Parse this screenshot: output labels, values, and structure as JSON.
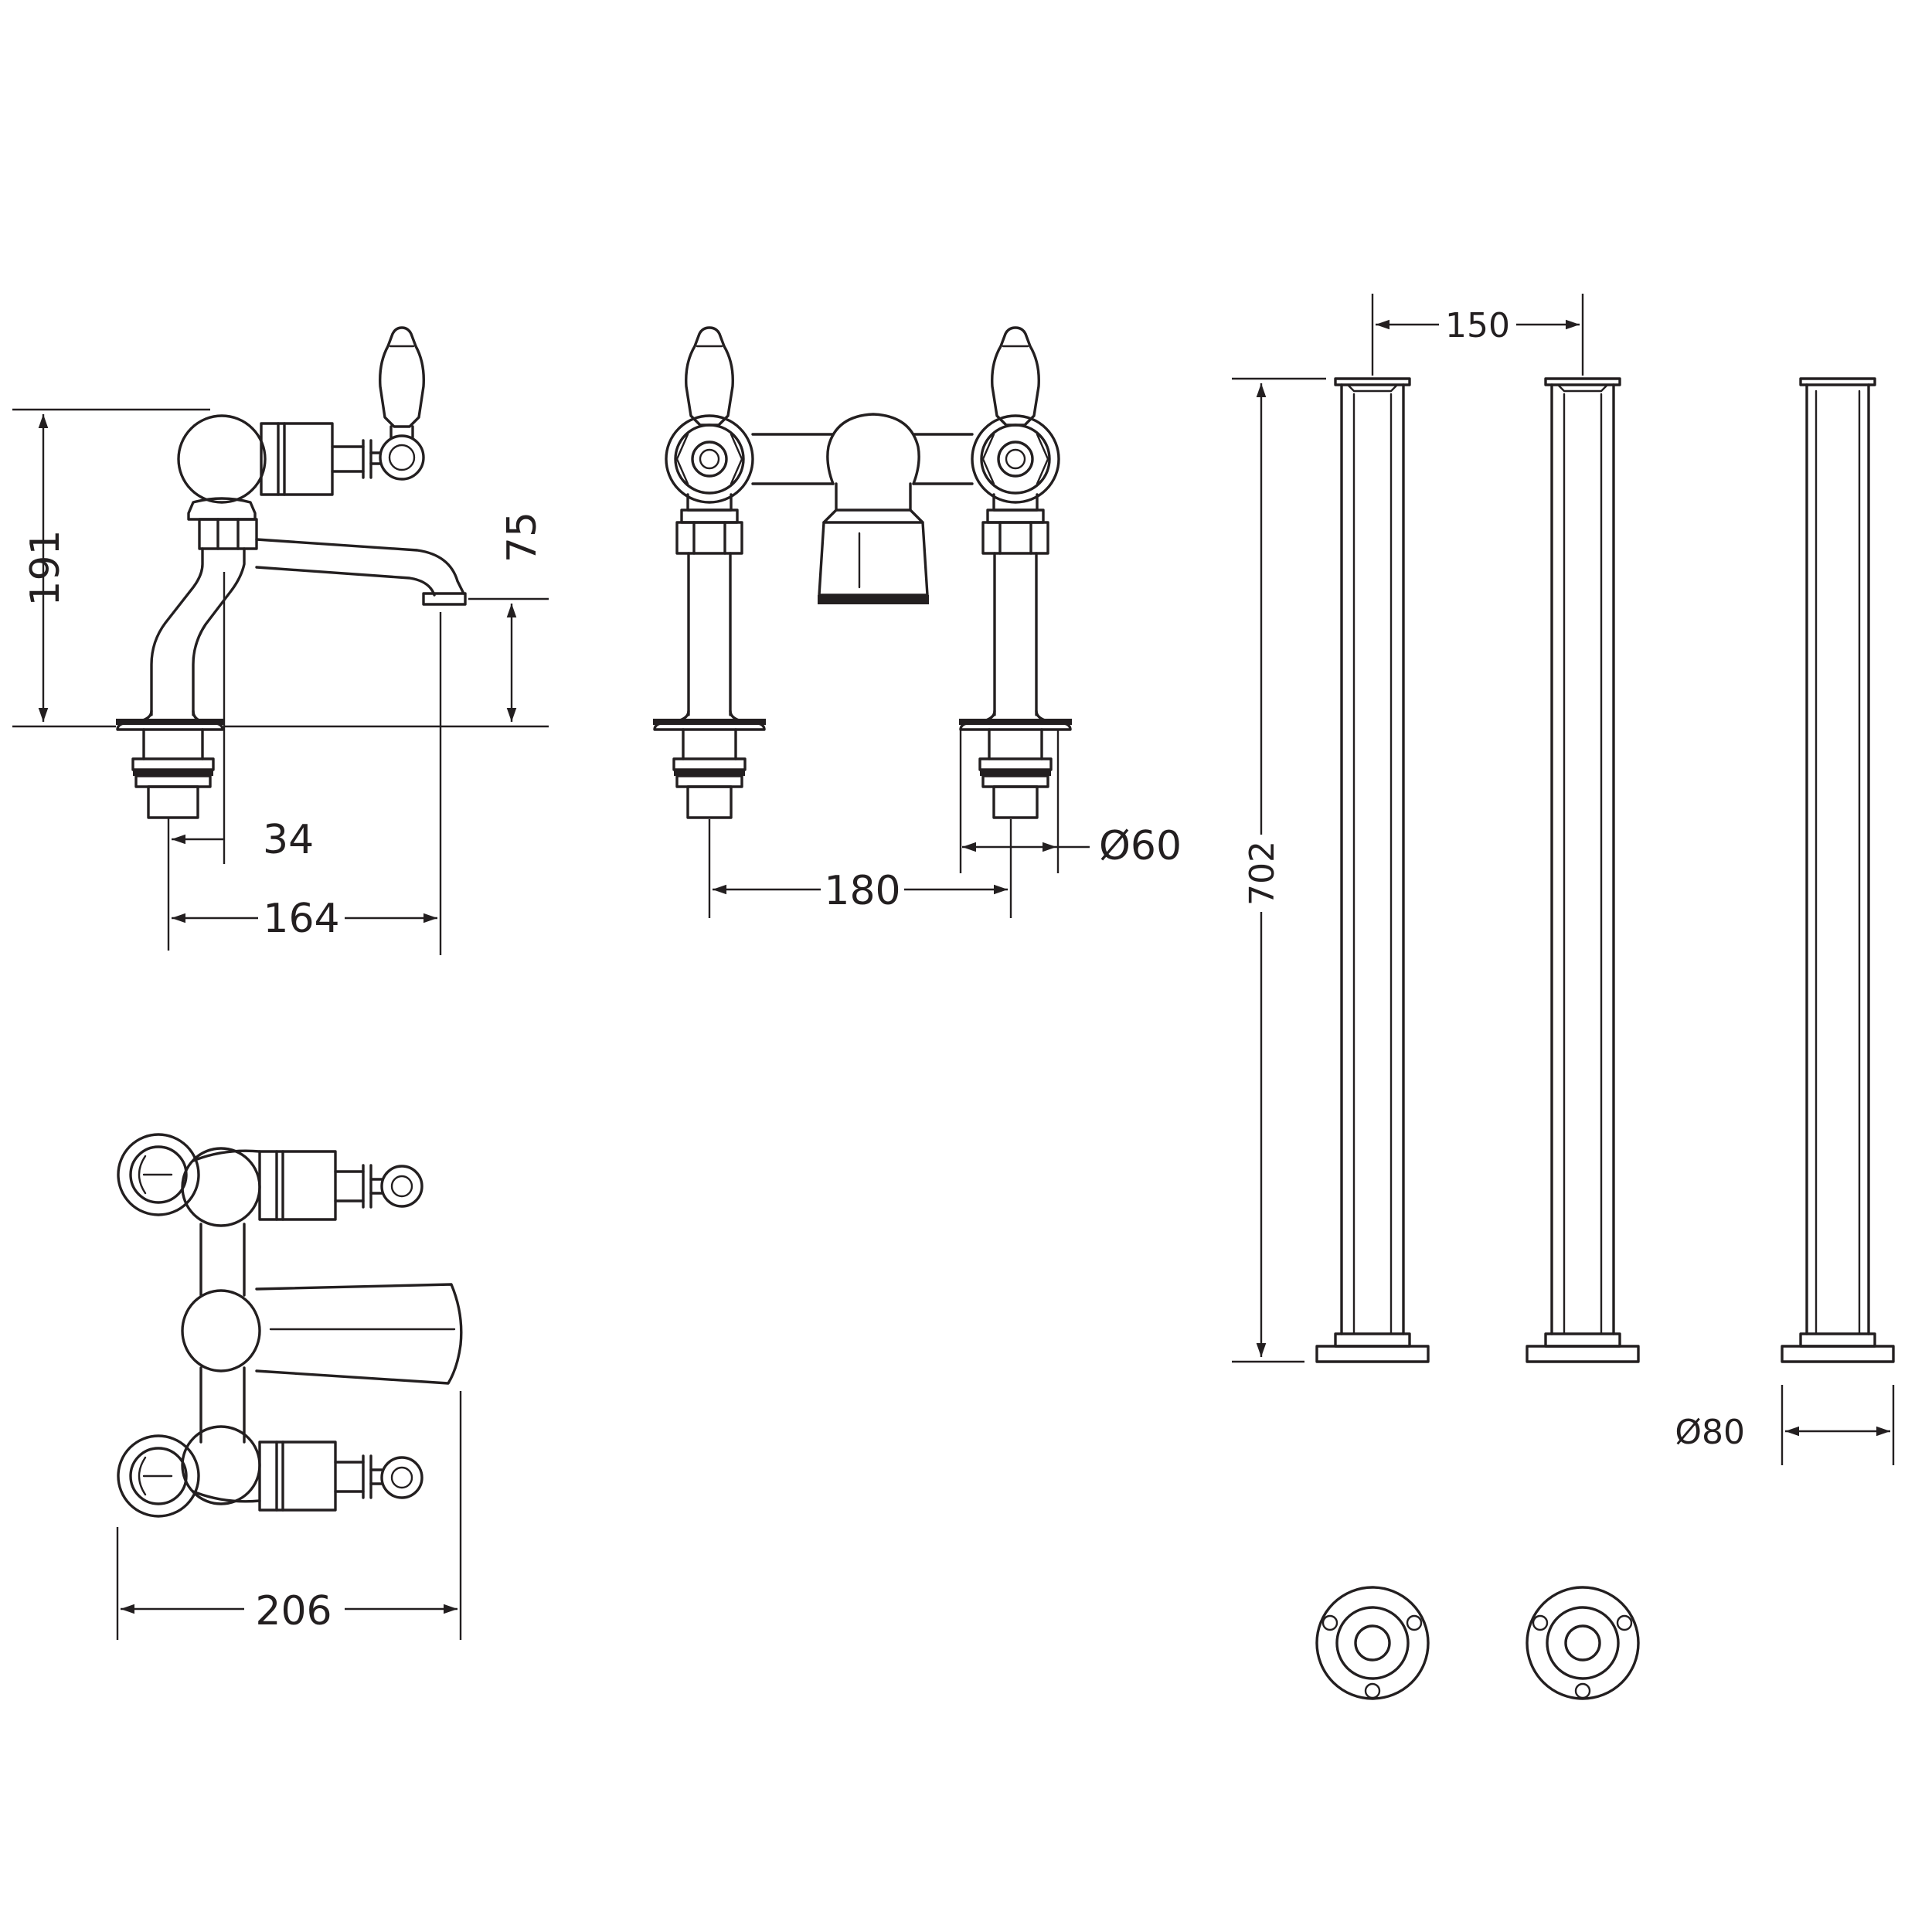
{
  "dimensions": {
    "side_height": "191",
    "spout_height": "75",
    "pillar_offset": "34",
    "spout_reach": "164",
    "centres": "180",
    "flange_diameter": "Ø60",
    "leg_spacing": "150",
    "leg_height": "702",
    "leg_base_diameter": "Ø80",
    "top_view_width": "206"
  }
}
